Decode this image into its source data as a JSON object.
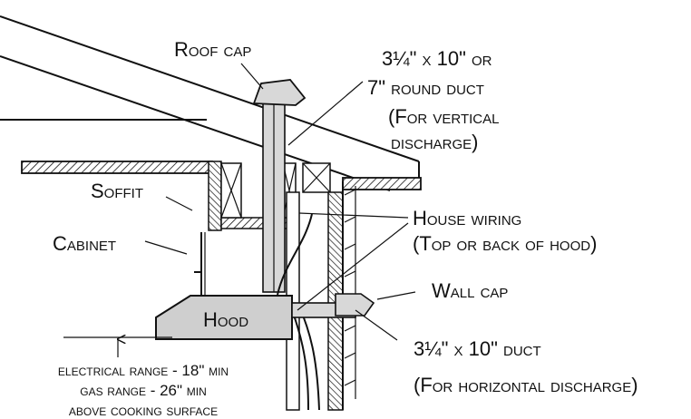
{
  "labels": {
    "roof_cap": "Roof cap",
    "duct_vertical_1": "3¼\" x 10\" or",
    "duct_vertical_2": "7\" round duct",
    "duct_vertical_3": "(For vertical",
    "duct_vertical_4": "discharge)",
    "soffit": "Soffit",
    "cabinet": "Cabinet",
    "house_wiring_1": "House wiring",
    "house_wiring_2": "(Top or back of hood)",
    "wall_cap": "Wall cap",
    "hood": "Hood",
    "duct_horizontal_1": "3¼\" x 10\" duct",
    "duct_horizontal_2": "(For horizontal discharge)",
    "clearance_1": "electrical range - 18\" min",
    "clearance_2": "gas range - 26\" min",
    "clearance_3": "above cooking surface"
  },
  "colors": {
    "ink": "#111111",
    "paper": "#ffffff",
    "duct": "#d8d8d8",
    "hood": "#cfcfcf"
  }
}
